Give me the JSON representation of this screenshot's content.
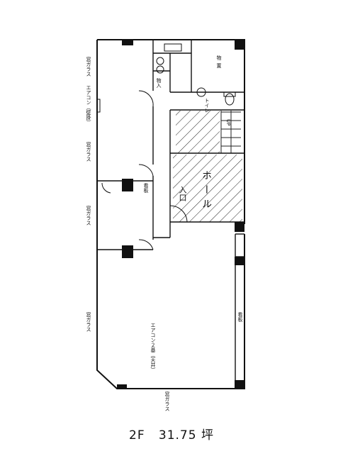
{
  "rooms": {
    "storage": "物置",
    "toilet": "トイレ",
    "hall": "ホール",
    "entrance": "入口",
    "up": "UP",
    "store_in": "物入"
  },
  "window_labels": {
    "w1": "窓ガラス",
    "w2": "窓ガラス",
    "w3": "窓ガラス",
    "w4": "窓ガラス",
    "w5": "窓ガラス"
  },
  "aircon": {
    "wall": "エアコン（壁掛）",
    "ceiling": "エアコン２基（天井）"
  },
  "signs": {
    "sign1": "看板",
    "sign2": "看板"
  },
  "footer": {
    "floor": "2F",
    "area": "31.75",
    "unit": "坪"
  }
}
